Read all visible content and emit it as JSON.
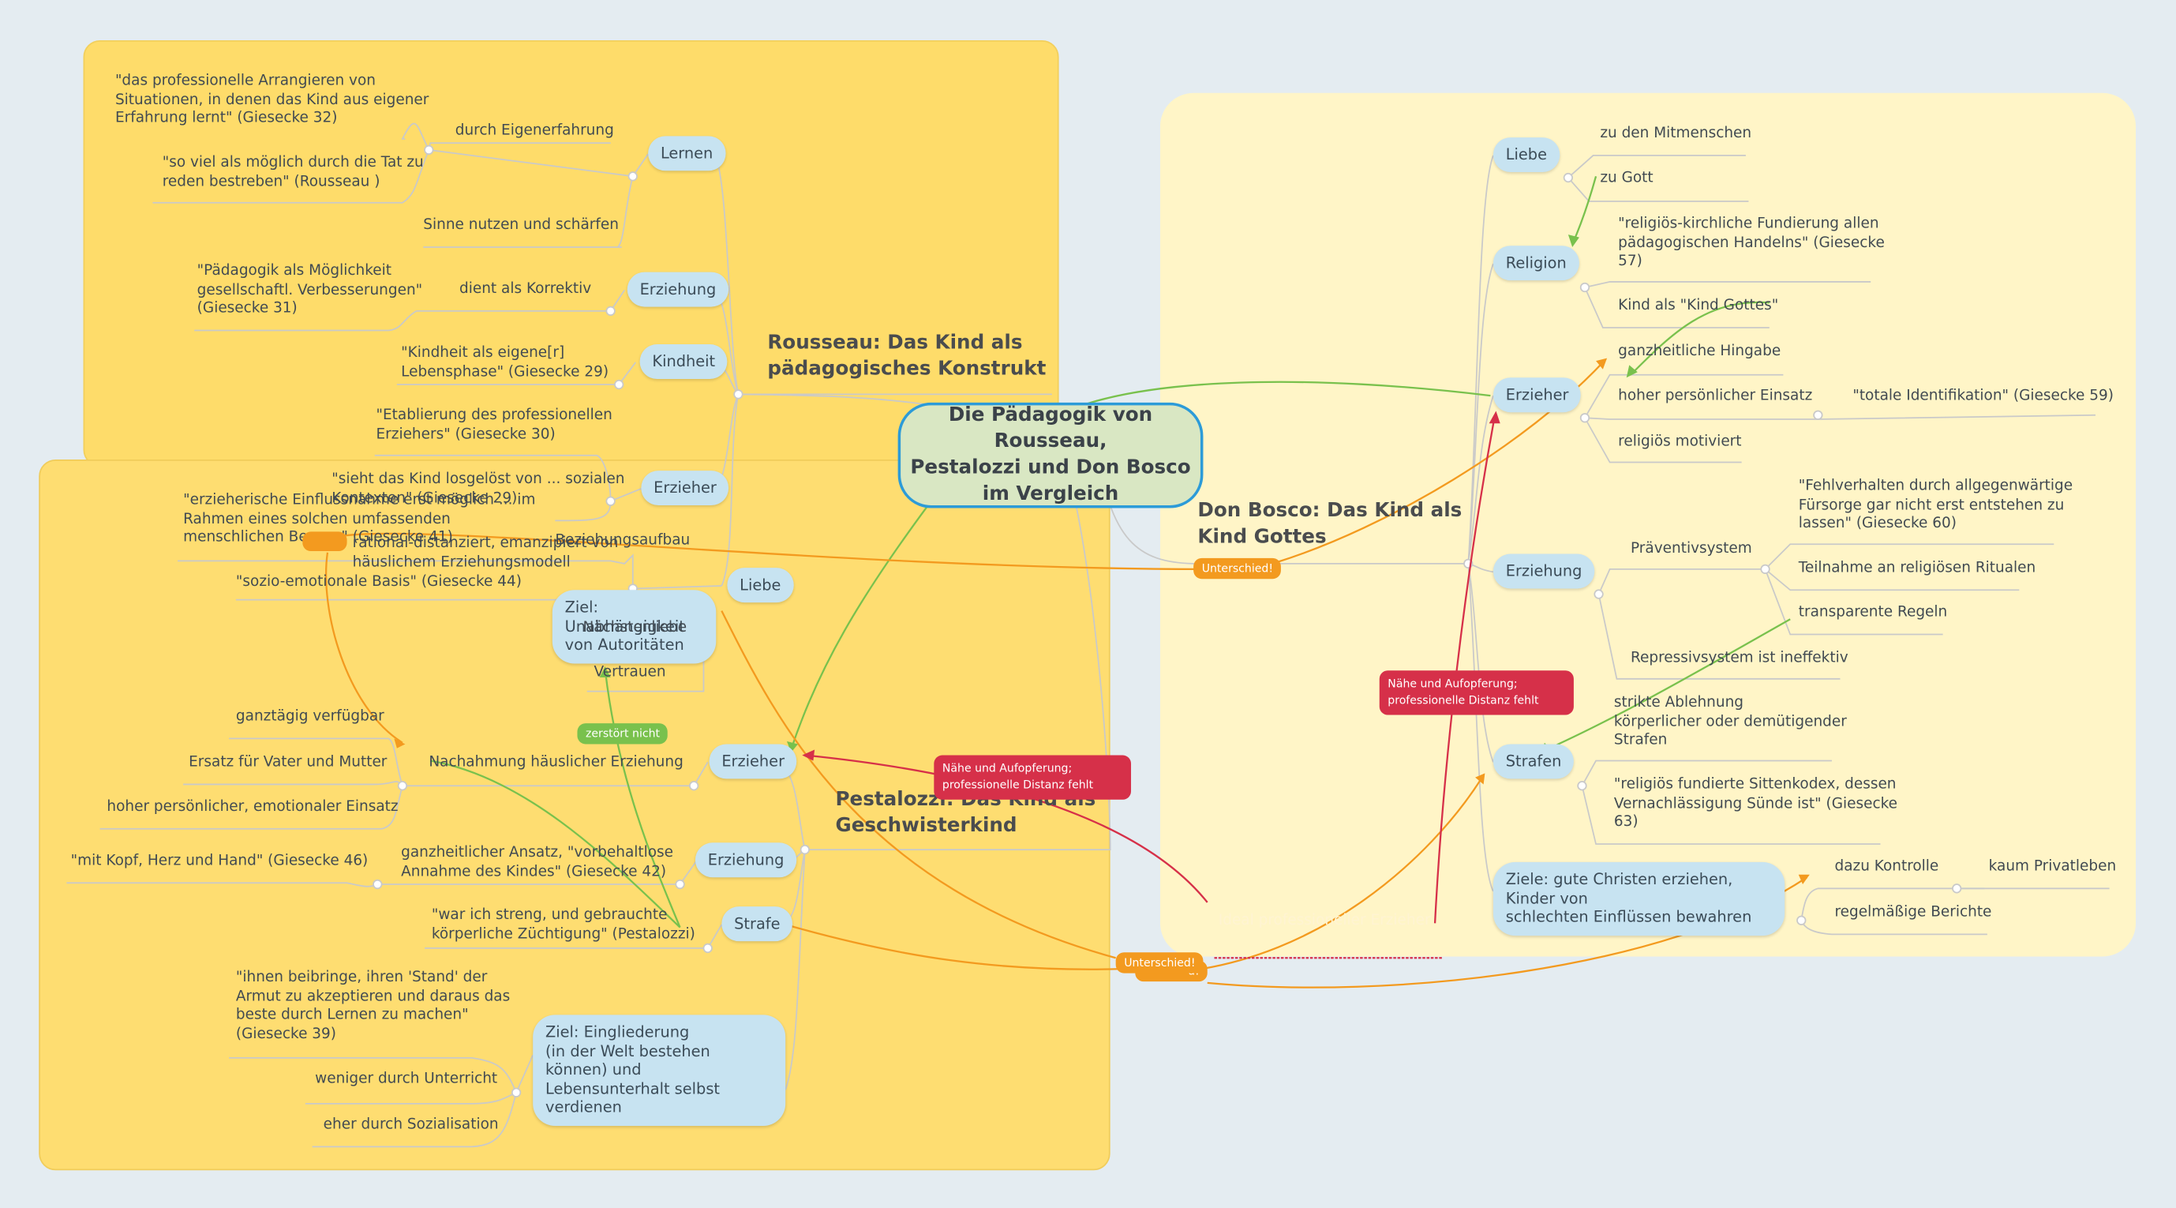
{
  "main": {
    "title_lines": [
      "Die Pädagogik von Rousseau,",
      "Pestalozzi und Don Bosco",
      "im Vergleich"
    ]
  },
  "rousseau": {
    "title_lines": [
      "Rousseau: Das Kind als",
      "pädagogisches Konstrukt"
    ],
    "lernen": "Lernen",
    "q_arrangieren": [
      "\"das professionelle Arrangieren von",
      "Situationen, in denen das Kind aus eigener",
      "Erfahrung lernt\" (Giesecke 32)"
    ],
    "eigenerfahrung": "durch Eigenerfahrung",
    "q_tat": [
      "\"so viel als möglich durch die Tat zu",
      "reden bestreben\" (Rousseau )"
    ],
    "sinne": "Sinne nutzen und schärfen",
    "erziehung": "Erziehung",
    "q_moeglichkeit": [
      "\"Pädagogik als Möglichkeit",
      "gesellschaftl. Verbesserungen\"",
      "(Giesecke 31)"
    ],
    "korrektiv": "dient als Korrektiv",
    "kindheit": "Kindheit",
    "q_kindheit": [
      "\"Kindheit als eigene[r]",
      "Lebensphase\" (Giesecke 29)"
    ],
    "q_etablierung": [
      "\"Etablierung des professionellen",
      "Erziehers\" (Giesecke 30)"
    ],
    "erzieher": "Erzieher",
    "q_losgeloest": [
      "\"sieht das Kind losgelöst von ... sozialen",
      "Kontexten\" (Giesecke 29)"
    ],
    "distanziert": [
      "rational-distanziert, emanzipiert von",
      "häuslichem Erziehungsmodell"
    ],
    "beziehungsaufbau": "Beziehungsaufbau",
    "liebe": "Liebe",
    "ziel": [
      "Ziel: Unabhängigkeit",
      "von Autoritäten"
    ]
  },
  "pestalozzi": {
    "title_lines": [
      "Pestalozzi: Das Kind als",
      "Geschwisterkind"
    ],
    "q_einfluss": [
      "\"erzieherische Einflussnahme erst möglich ... im",
      "Rahmen eines solchen umfassenden",
      "menschlichen Bezugs\" (Giesecke 41)"
    ],
    "sozio": "\"sozio-emotionale Basis\" (Giesecke 44)",
    "naechstenliebe": "Nächstenliebe",
    "vertrauen": "Vertrauen",
    "zerstoert": "zerstört nicht",
    "ganztaegig": "ganztägig verfügbar",
    "ersatz": "Ersatz für Vater und Mutter",
    "nachahmung": "Nachahmung häuslicher Erziehung",
    "einsatz": "hoher persönlicher, emotionaler Einsatz",
    "erzieher": "Erzieher",
    "kopf": "\"mit Kopf, Herz und Hand\" (Giesecke 46)",
    "ganzheitlich": [
      "ganzheitlicher Ansatz, \"vorbehaltlose",
      "Annahme des Kindes\" (Giesecke 42)"
    ],
    "erziehung": "Erziehung",
    "q_streng": [
      "\"war ich streng, und gebrauchte",
      "körperliche Züchtigung\" (Pestalozzi)"
    ],
    "strafe": "Strafe",
    "q_stand": [
      "\"ihnen beibringe, ihren 'Stand' der",
      "Armut zu akzeptieren und daraus das",
      "beste durch Lernen zu machen\"",
      "(Giesecke 39)"
    ],
    "unterricht": "weniger durch Unterricht",
    "sozialisation": "eher durch Sozialisation",
    "ziel": [
      "Ziel: Eingliederung",
      "(in der Welt bestehen können) und",
      "Lebensunterhalt selbst verdienen"
    ]
  },
  "bosco": {
    "title_lines": [
      "Don Bosco: Das Kind als",
      "Kind Gottes"
    ],
    "liebe": "Liebe",
    "mitmenschen": "zu den Mitmenschen",
    "gott": "zu Gott",
    "religion": "Religion",
    "q_fundierung": [
      "\"religiös-kirchliche Fundierung allen",
      "pädagogischen Handelns\" (Giesecke",
      "57)"
    ],
    "kind_gottes": "Kind als \"Kind Gottes\"",
    "erzieher": "Erzieher",
    "hingabe": "ganzheitliche Hingabe",
    "einsatz": "hoher persönlicher Einsatz",
    "identifikation": "\"totale Identifikation\" (Giesecke 59)",
    "motiviert": "religiös motiviert",
    "erziehung": "Erziehung",
    "praevention": "Präventivsystem",
    "q_fehlverhalten": [
      "\"Fehlverhalten durch allgegenwärtige",
      "Fürsorge gar nicht erst entstehen zu",
      "lassen\" (Giesecke 60)"
    ],
    "rituale": "Teilnahme an religiösen Ritualen",
    "regeln": "transparente Regeln",
    "repression": "Repressivsystem ist ineffektiv",
    "strafen": "Strafen",
    "ablehnung": [
      "strikte Ablehnung",
      "körperlicher oder demütigender",
      "Strafen"
    ],
    "q_sittenkodex": [
      "\"religiös fundierte Sittenkodex, dessen",
      "Vernachlässigung Sünde ist\" (Giesecke",
      "63)"
    ],
    "ziele": [
      "Ziele: gute Christen erziehen, Kinder von",
      "schlechten Einflüssen bewahren"
    ],
    "kontrolle": "dazu Kontrolle",
    "privatleben": "kaum Privatleben",
    "berichte": "regelmäßige Berichte"
  },
  "relations": {
    "unterschied": "Unterschied!",
    "naehe": [
      "Nähe und Aufopferung;",
      "professionelle Distanz fehlt"
    ],
    "ghost_text": "Ideal professioneller Erzieher",
    "ghost_partial": "d!"
  },
  "colors": {
    "orange": "#f39a1f",
    "green": "#79c14d",
    "red": "#d63049",
    "blue_border": "#2c9bd8"
  }
}
